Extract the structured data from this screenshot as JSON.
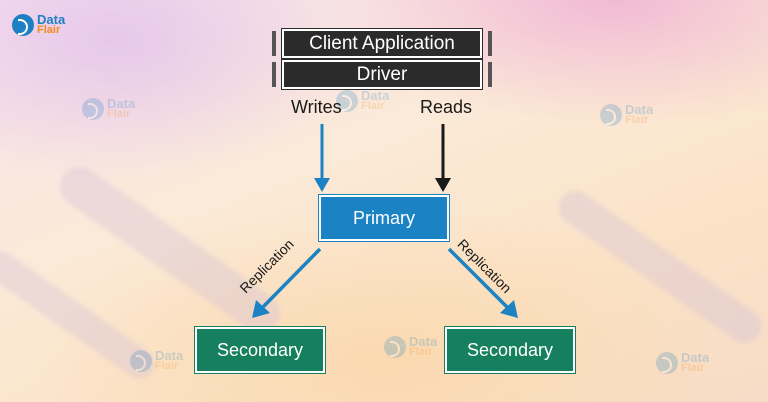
{
  "logo": {
    "line1": "Data",
    "line2": "Flair"
  },
  "diagram": {
    "client_application": "Client Application",
    "driver": "Driver",
    "writes": "Writes",
    "reads": "Reads",
    "primary": "Primary",
    "replication_left": "Replication",
    "replication_right": "Replication",
    "secondary_left": "Secondary",
    "secondary_right": "Secondary"
  },
  "colors": {
    "primary": "#1b82c4",
    "secondary": "#16805e",
    "dark_box": "#2b2b2b",
    "write_arrow": "#1b82c4",
    "read_arrow": "#1a1a1a"
  }
}
